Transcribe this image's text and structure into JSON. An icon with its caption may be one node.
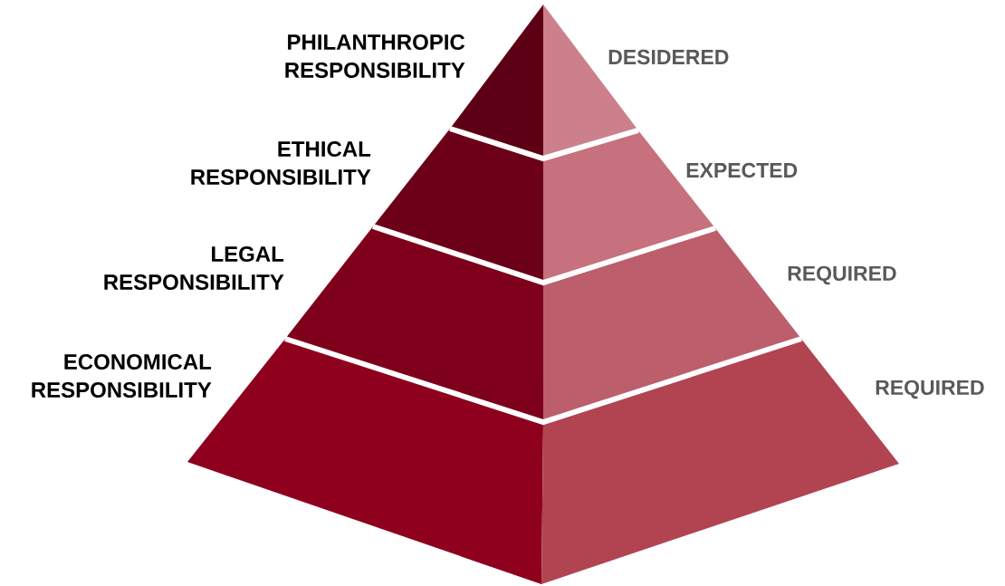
{
  "diagram": {
    "labels": [
      "PHILANTHROPIC RESPONSIBILITY",
      "DESIDERED",
      "ETHICAL RESPONSIBILITY",
      "EXPECTED",
      "LEGAL RESPONSIBILITY",
      "REQUIRED",
      "ECONOMICAL RESPONSIBILITY",
      "REQUIRED"
    ]
  }
}
